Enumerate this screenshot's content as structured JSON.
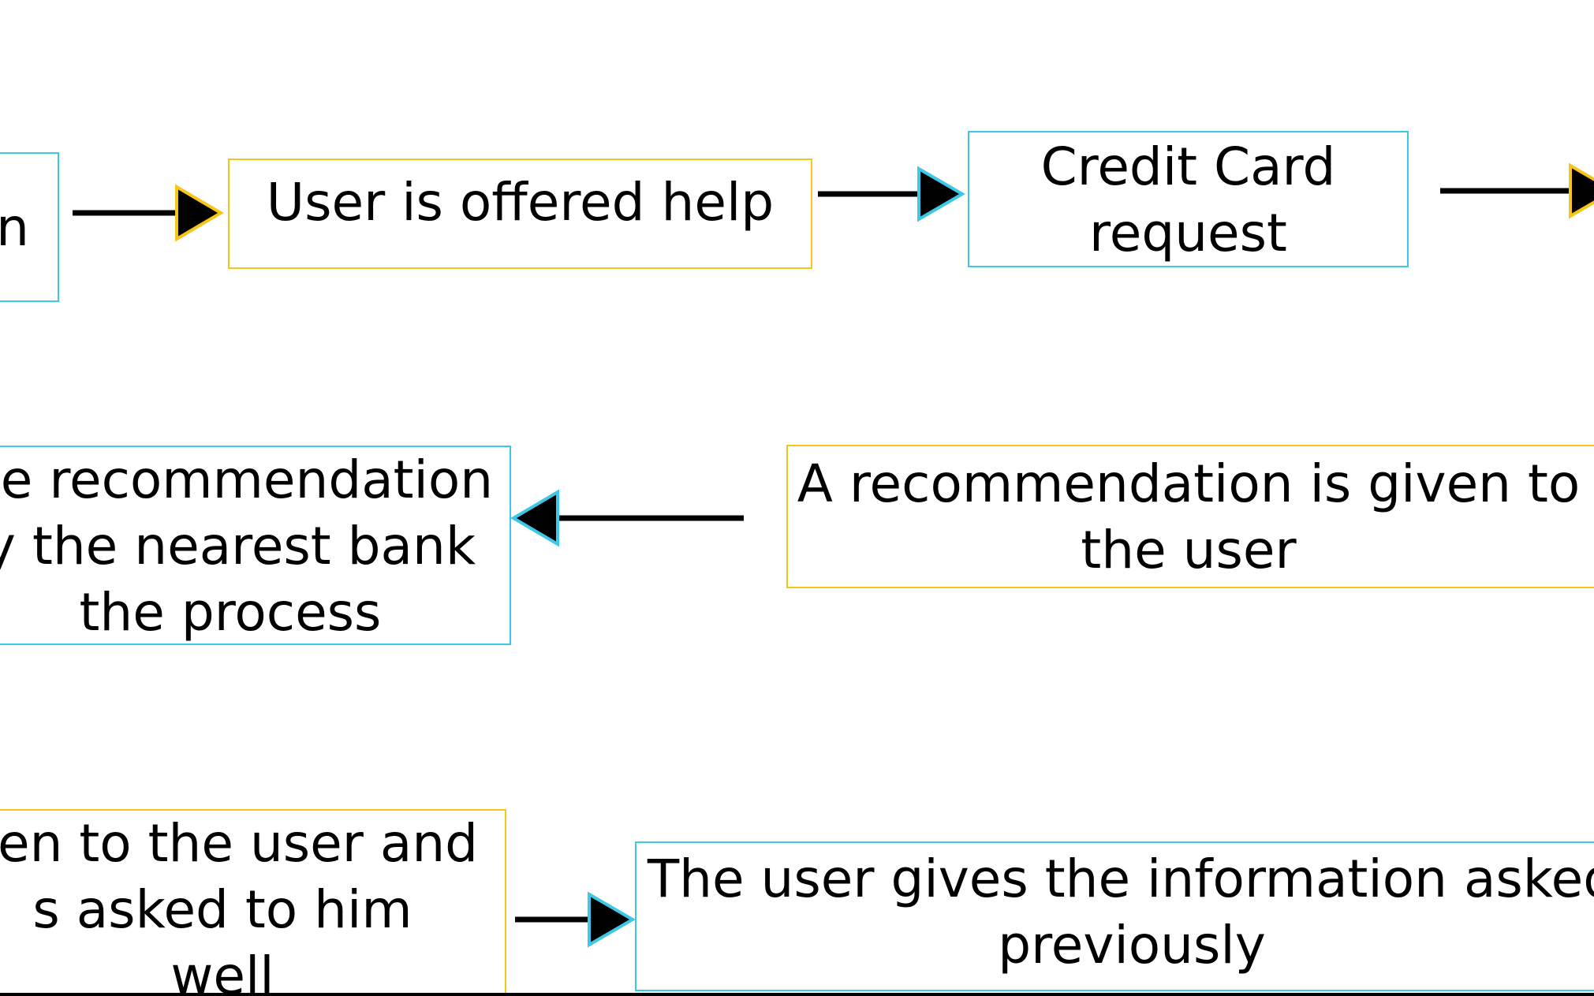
{
  "colors": {
    "yellow": "#F5C518",
    "cyan": "#3CC8E6",
    "arrow_fill": "#000000",
    "line": "#000000"
  },
  "nodes": {
    "n0": {
      "lines": [
        "n"
      ],
      "border": "cyan"
    },
    "n1": {
      "lines": [
        "User is offered help"
      ],
      "border": "yellow"
    },
    "n2": {
      "lines": [
        "Credit Card",
        "request"
      ],
      "border": "cyan"
    },
    "n3": {
      "lines": [
        "A recommendation is given to",
        "the user"
      ],
      "border": "yellow"
    },
    "n4": {
      "lines": [
        "he recommendation",
        "y the nearest bank",
        "the process"
      ],
      "border": "cyan"
    },
    "n5": {
      "lines": [
        "ven to the user and",
        "s asked to him",
        "well"
      ],
      "border": "yellow"
    },
    "n6": {
      "lines": [
        "The user gives the information asked",
        "previously"
      ],
      "border": "cyan"
    }
  },
  "edges": [
    {
      "id": "e-n0-n1",
      "head": "yellow"
    },
    {
      "id": "e-n1-n2",
      "head": "cyan"
    },
    {
      "id": "e-n2-next",
      "head": "yellow"
    },
    {
      "id": "e-n3-n4",
      "head": "cyan"
    },
    {
      "id": "e-n5-n6",
      "head": "cyan"
    }
  ]
}
